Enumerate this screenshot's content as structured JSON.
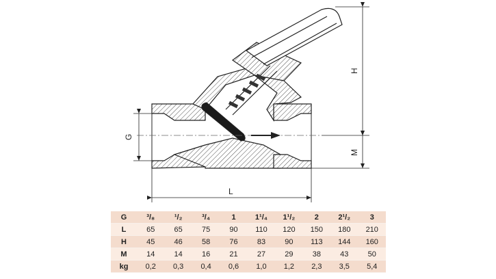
{
  "dimensions": {
    "g": "G",
    "l": "L",
    "h": "H",
    "m": "M"
  },
  "spec_table": {
    "rows": [
      {
        "label": "G",
        "values": [
          "³/₈",
          "¹/₂",
          "³/₄",
          "1",
          "1¹/₄",
          "1¹/₂",
          "2",
          "2¹/₂",
          "3"
        ]
      },
      {
        "label": "L",
        "values": [
          "65",
          "65",
          "75",
          "90",
          "110",
          "120",
          "150",
          "180",
          "210"
        ]
      },
      {
        "label": "H",
        "values": [
          "45",
          "46",
          "58",
          "76",
          "83",
          "90",
          "113",
          "144",
          "160"
        ]
      },
      {
        "label": "M",
        "values": [
          "14",
          "14",
          "16",
          "21",
          "27",
          "29",
          "38",
          "43",
          "50"
        ]
      },
      {
        "label": "kg",
        "values": [
          "0,2",
          "0,3",
          "0,4",
          "0,6",
          "1,0",
          "1,2",
          "2,3",
          "3,5",
          "5,4"
        ]
      }
    ]
  }
}
